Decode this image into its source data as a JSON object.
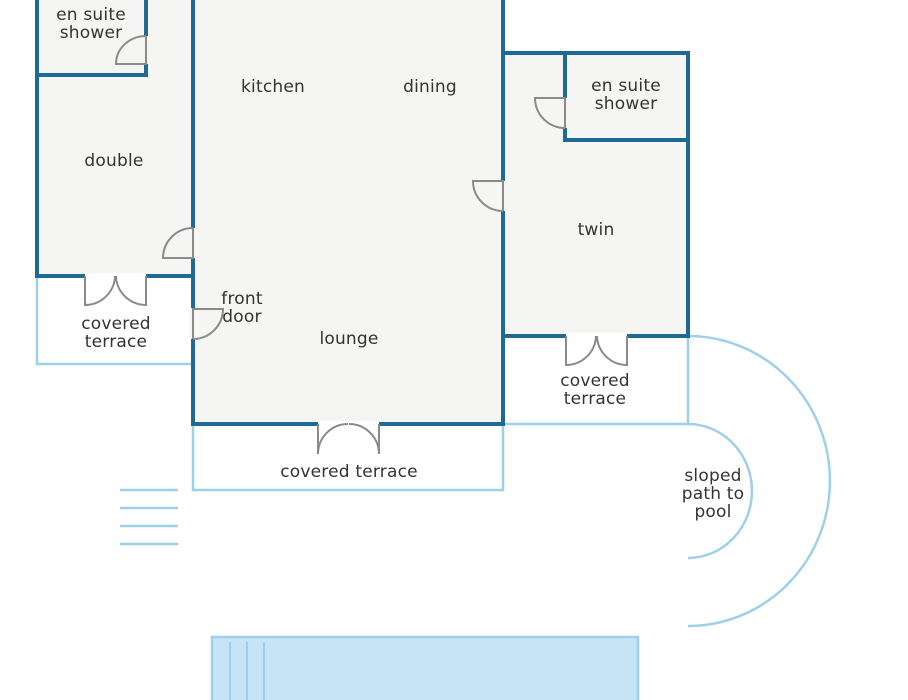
{
  "colors": {
    "wall": "#1f6a94",
    "floor": "#f5f5f3",
    "outdoor_line": "#9fd0ea",
    "pool_fill": "#c6e4f6",
    "door": "#8a8a8a",
    "text": "#333333"
  },
  "rooms": {
    "ensuite_left": "en suite\nshower",
    "double": "double",
    "kitchen": "kitchen",
    "dining": "dining",
    "ensuite_right": "en suite\nshower",
    "twin": "twin",
    "front_door": "front\ndoor",
    "lounge": "lounge",
    "terrace_left": "covered\nterrace",
    "terrace_right": "covered\nterrace",
    "terrace_bottom": "covered terrace",
    "sloped_path": "sloped\npath to\npool"
  }
}
